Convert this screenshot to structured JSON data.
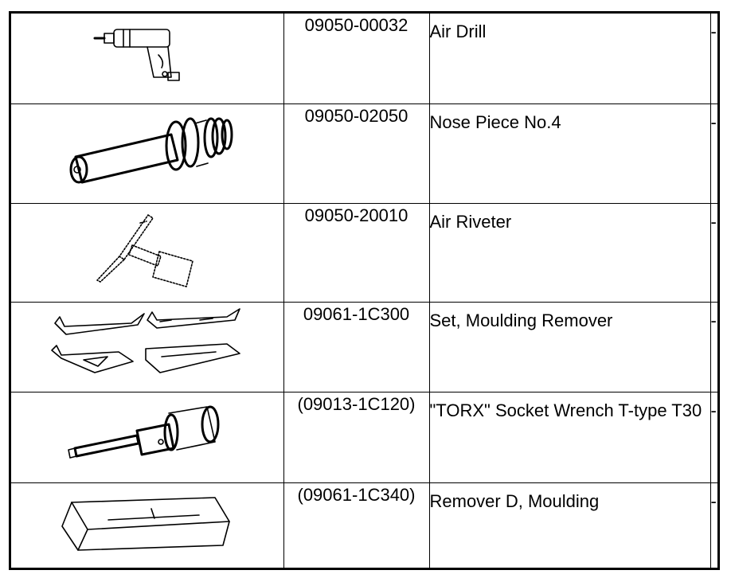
{
  "rows": [
    {
      "part_number": "09050-00032",
      "description": "Air Drill",
      "note": "-",
      "icon": "air-drill-icon"
    },
    {
      "part_number": "09050-02050",
      "description": "Nose Piece No.4",
      "note": "-",
      "icon": "nose-piece-icon"
    },
    {
      "part_number": "09050-20010",
      "description": "Air Riveter",
      "note": "-",
      "icon": "air-riveter-icon"
    },
    {
      "part_number": "09061-1C300",
      "description": "Set, Moulding Remover",
      "note": "-",
      "icon": "moulding-remover-set-icon"
    },
    {
      "part_number": "(09013-1C120)",
      "description": "\"TORX\" Socket Wrench T-type T30",
      "note": "-",
      "icon": "torx-socket-wrench-icon"
    },
    {
      "part_number": "(09061-1C340)",
      "description": "Remover D, Moulding",
      "note": "-",
      "icon": "moulding-remover-d-icon"
    }
  ]
}
